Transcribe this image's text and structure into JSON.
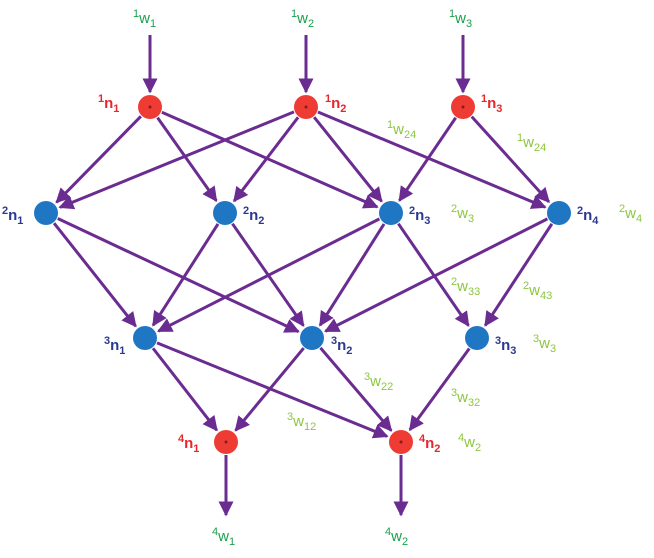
{
  "colors": {
    "edge": "#6b2c91",
    "red_node": "#ee3b33",
    "blue_node": "#1f77c4",
    "red_label": "#e8262c",
    "blue_label": "#2b3990",
    "weight_green": "#1aa04c",
    "weight_lime": "#8cc63f"
  },
  "nodes": [
    {
      "id": "n1_1",
      "color": "red",
      "label": {
        "pre": "1",
        "base": "n",
        "sub": "1"
      }
    },
    {
      "id": "n1_2",
      "color": "red",
      "label": {
        "pre": "1",
        "base": "n",
        "sub": "2"
      }
    },
    {
      "id": "n1_3",
      "color": "red",
      "label": {
        "pre": "1",
        "base": "n",
        "sub": "3"
      }
    },
    {
      "id": "n2_1",
      "color": "blue",
      "label": {
        "pre": "2",
        "base": "n",
        "sub": "1"
      }
    },
    {
      "id": "n2_2",
      "color": "blue",
      "label": {
        "pre": "2",
        "base": "n",
        "sub": "2"
      }
    },
    {
      "id": "n2_3",
      "color": "blue",
      "label": {
        "pre": "2",
        "base": "n",
        "sub": "3"
      }
    },
    {
      "id": "n2_4",
      "color": "blue",
      "label": {
        "pre": "2",
        "base": "n",
        "sub": "4"
      }
    },
    {
      "id": "n3_1",
      "color": "blue",
      "label": {
        "pre": "3",
        "base": "n",
        "sub": "1"
      }
    },
    {
      "id": "n3_2",
      "color": "blue",
      "label": {
        "pre": "3",
        "base": "n",
        "sub": "2"
      }
    },
    {
      "id": "n3_3",
      "color": "blue",
      "label": {
        "pre": "3",
        "base": "n",
        "sub": "3"
      }
    },
    {
      "id": "n4_1",
      "color": "red",
      "label": {
        "pre": "4",
        "base": "n",
        "sub": "1"
      }
    },
    {
      "id": "n4_2",
      "color": "red",
      "label": {
        "pre": "4",
        "base": "n",
        "sub": "2"
      }
    }
  ],
  "inputs": [
    {
      "id": "in1",
      "to": "n1_1",
      "label": {
        "pre": "1",
        "base": "w",
        "sub": "1"
      }
    },
    {
      "id": "in2",
      "to": "n1_2",
      "label": {
        "pre": "1",
        "base": "w",
        "sub": "2"
      }
    },
    {
      "id": "in3",
      "to": "n1_3",
      "label": {
        "pre": "1",
        "base": "w",
        "sub": "3"
      }
    }
  ],
  "outputs": [
    {
      "id": "out1",
      "from": "n4_1",
      "label": {
        "pre": "4",
        "base": "w",
        "sub": "1"
      }
    },
    {
      "id": "out2",
      "from": "n4_2",
      "label": {
        "pre": "4",
        "base": "w",
        "sub": "2"
      }
    }
  ],
  "edges": [
    {
      "from": "n1_1",
      "to": "n2_1"
    },
    {
      "from": "n1_1",
      "to": "n2_2"
    },
    {
      "from": "n1_1",
      "to": "n2_3"
    },
    {
      "from": "n1_2",
      "to": "n2_1"
    },
    {
      "from": "n1_2",
      "to": "n2_2"
    },
    {
      "from": "n1_2",
      "to": "n2_3"
    },
    {
      "from": "n1_2",
      "to": "n2_4"
    },
    {
      "from": "n1_3",
      "to": "n2_3"
    },
    {
      "from": "n1_3",
      "to": "n2_4"
    },
    {
      "from": "n2_1",
      "to": "n3_1"
    },
    {
      "from": "n2_1",
      "to": "n3_2"
    },
    {
      "from": "n2_2",
      "to": "n3_1"
    },
    {
      "from": "n2_2",
      "to": "n3_2"
    },
    {
      "from": "n2_3",
      "to": "n3_1"
    },
    {
      "from": "n2_3",
      "to": "n3_2"
    },
    {
      "from": "n2_3",
      "to": "n3_3"
    },
    {
      "from": "n2_4",
      "to": "n3_2"
    },
    {
      "from": "n2_4",
      "to": "n3_3"
    },
    {
      "from": "n3_1",
      "to": "n4_1"
    },
    {
      "from": "n3_1",
      "to": "n4_2"
    },
    {
      "from": "n3_2",
      "to": "n4_1"
    },
    {
      "from": "n3_2",
      "to": "n4_2"
    },
    {
      "from": "n3_3",
      "to": "n4_2"
    }
  ],
  "weight_labels": [
    {
      "id": "w1_24_a",
      "pre": "1",
      "base": "w",
      "sub": "24"
    },
    {
      "id": "w1_24_b",
      "pre": "1",
      "base": "w",
      "sub": "24"
    },
    {
      "id": "w2_3",
      "pre": "2",
      "base": "w",
      "sub": "3"
    },
    {
      "id": "w2_4",
      "pre": "2",
      "base": "w",
      "sub": "4"
    },
    {
      "id": "w2_33",
      "pre": "2",
      "base": "w",
      "sub": "33"
    },
    {
      "id": "w2_43",
      "pre": "2",
      "base": "w",
      "sub": "43"
    },
    {
      "id": "w3_3",
      "pre": "3",
      "base": "w",
      "sub": "3"
    },
    {
      "id": "w3_22",
      "pre": "3",
      "base": "w",
      "sub": "22"
    },
    {
      "id": "w3_32",
      "pre": "3",
      "base": "w",
      "sub": "32"
    },
    {
      "id": "w3_12",
      "pre": "3",
      "base": "w",
      "sub": "12"
    },
    {
      "id": "w4_2",
      "pre": "4",
      "base": "w",
      "sub": "2"
    }
  ]
}
